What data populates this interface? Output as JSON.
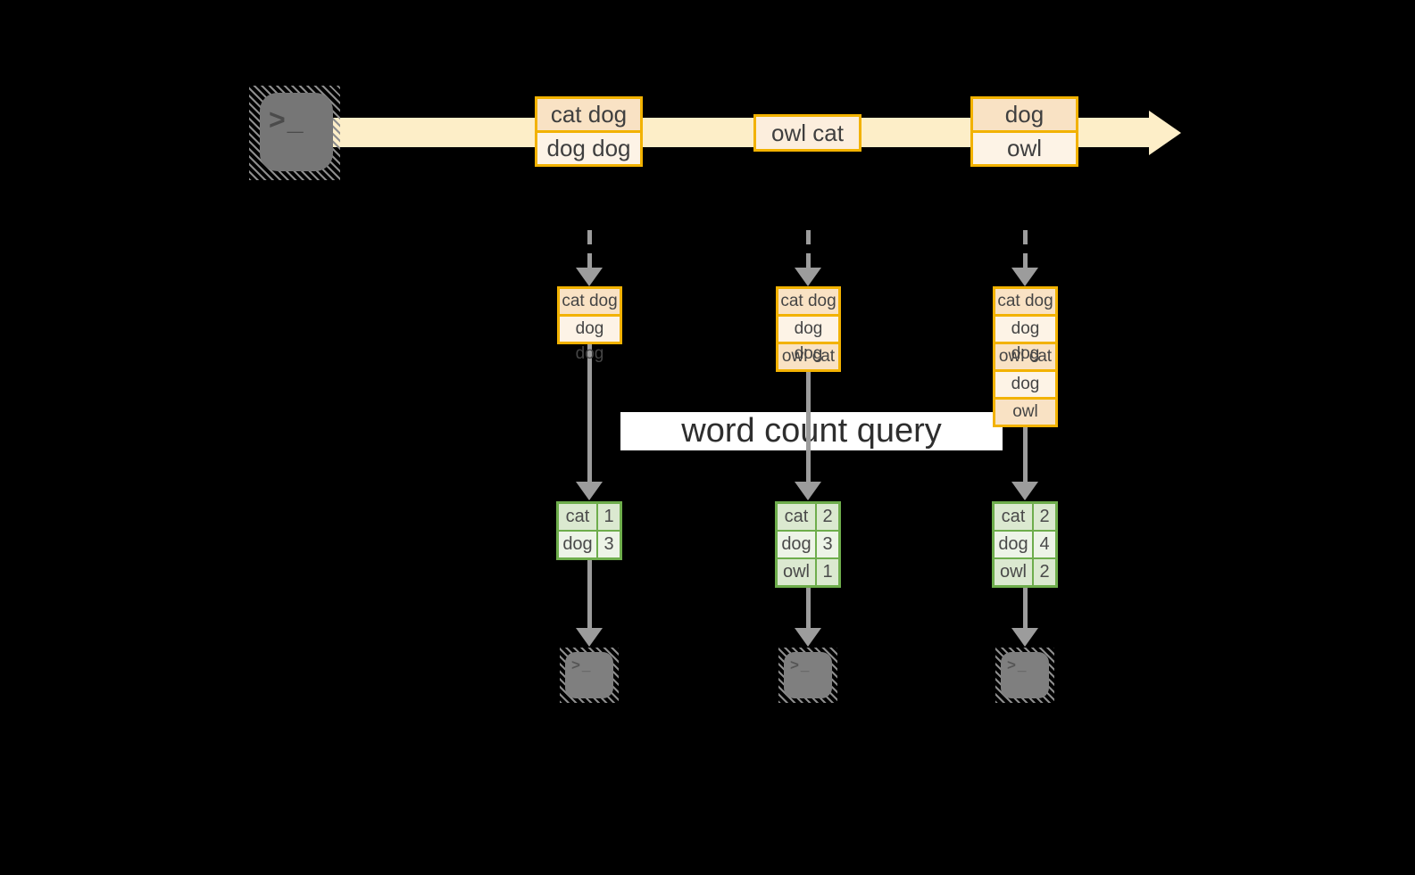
{
  "query_band": {
    "label": "word count query"
  },
  "stream": {
    "events": [
      {
        "rows": [
          "cat dog",
          "dog dog"
        ]
      },
      {
        "rows": [
          "owl cat"
        ]
      },
      {
        "rows": [
          "dog",
          "owl"
        ]
      }
    ]
  },
  "columns": [
    {
      "buffer": [
        "cat dog",
        "dog dog"
      ],
      "counts": [
        [
          "cat",
          "1"
        ],
        [
          "dog",
          "3"
        ]
      ]
    },
    {
      "buffer": [
        "cat dog",
        "dog dog",
        "owl cat"
      ],
      "counts": [
        [
          "cat",
          "2"
        ],
        [
          "dog",
          "3"
        ],
        [
          "owl",
          "1"
        ]
      ]
    },
    {
      "buffer": [
        "cat dog",
        "dog dog",
        "owl cat",
        "dog",
        "owl"
      ],
      "counts": [
        [
          "cat",
          "2"
        ],
        [
          "dog",
          "4"
        ],
        [
          "owl",
          "2"
        ]
      ]
    }
  ],
  "terminal": {
    "prompt_glyph": ">_"
  },
  "colors": {
    "stream_band": "#FDEEC8",
    "event_border": "#F2B200",
    "event_fill_dark": "#F9E2C4",
    "event_fill_light": "#FDF3E6",
    "table_border": "#6EAD4C",
    "table_fill_dark": "#DBE9D0",
    "table_fill_light": "#EDF4E7",
    "arrow_gray": "#9C9C9C",
    "terminal_gray": "#767676",
    "query_band_bg": "#FFFFFF"
  }
}
